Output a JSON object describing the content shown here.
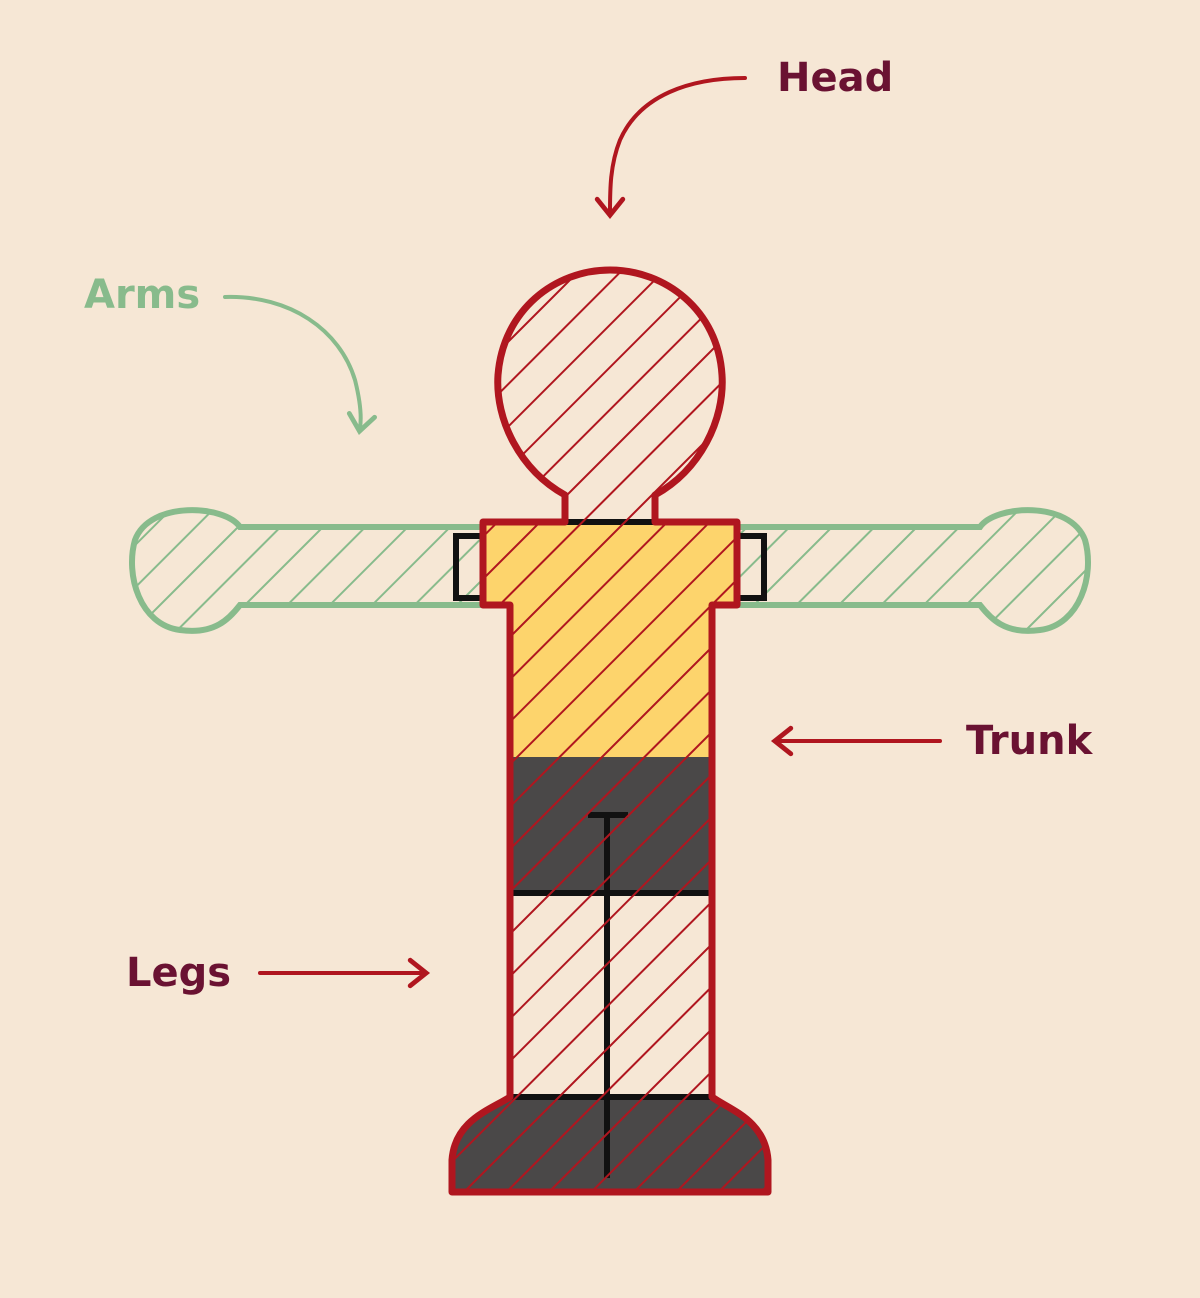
{
  "labels": {
    "head": "Head",
    "arms": "Arms",
    "trunk": "Trunk",
    "legs": "Legs"
  },
  "colors": {
    "background": "#f6e7d5",
    "red": "#b0161f",
    "green": "#88bb8c",
    "label_dark": "#6a1232",
    "yellow": "#fdd46c",
    "dark": "#4a4848",
    "black": "#111111"
  }
}
